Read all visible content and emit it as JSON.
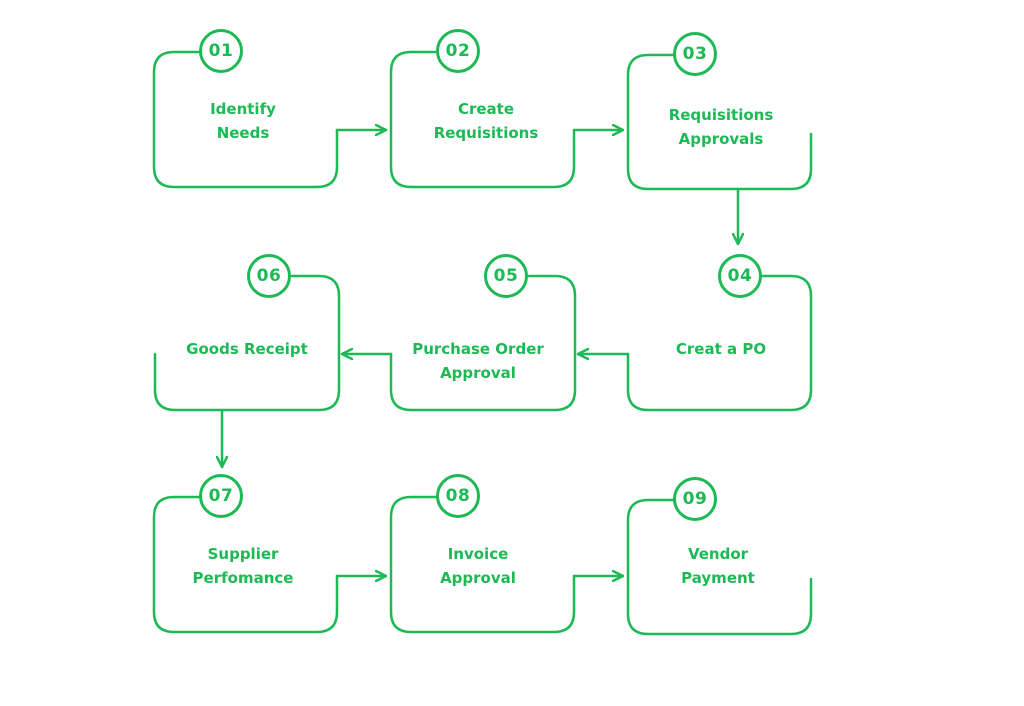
{
  "accent_color": "#1db954",
  "icons": {
    "arrow": "arrow-right-icon"
  },
  "steps": [
    {
      "number": "01",
      "line1": "Identify",
      "line2": "Needs"
    },
    {
      "number": "02",
      "line1": "Create",
      "line2": "Requisitions"
    },
    {
      "number": "03",
      "line1": "Requisitions",
      "line2": "Approvals"
    },
    {
      "number": "04",
      "line1": "Creat a PO",
      "line2": ""
    },
    {
      "number": "05",
      "line1": "Purchase Order",
      "line2": "Approval"
    },
    {
      "number": "06",
      "line1": "Goods Receipt",
      "line2": ""
    },
    {
      "number": "07",
      "line1": "Supplier",
      "line2": "Perfomance"
    },
    {
      "number": "08",
      "line1": "Invoice",
      "line2": "Approval"
    },
    {
      "number": "09",
      "line1": "Vendor",
      "line2": "Payment"
    }
  ]
}
